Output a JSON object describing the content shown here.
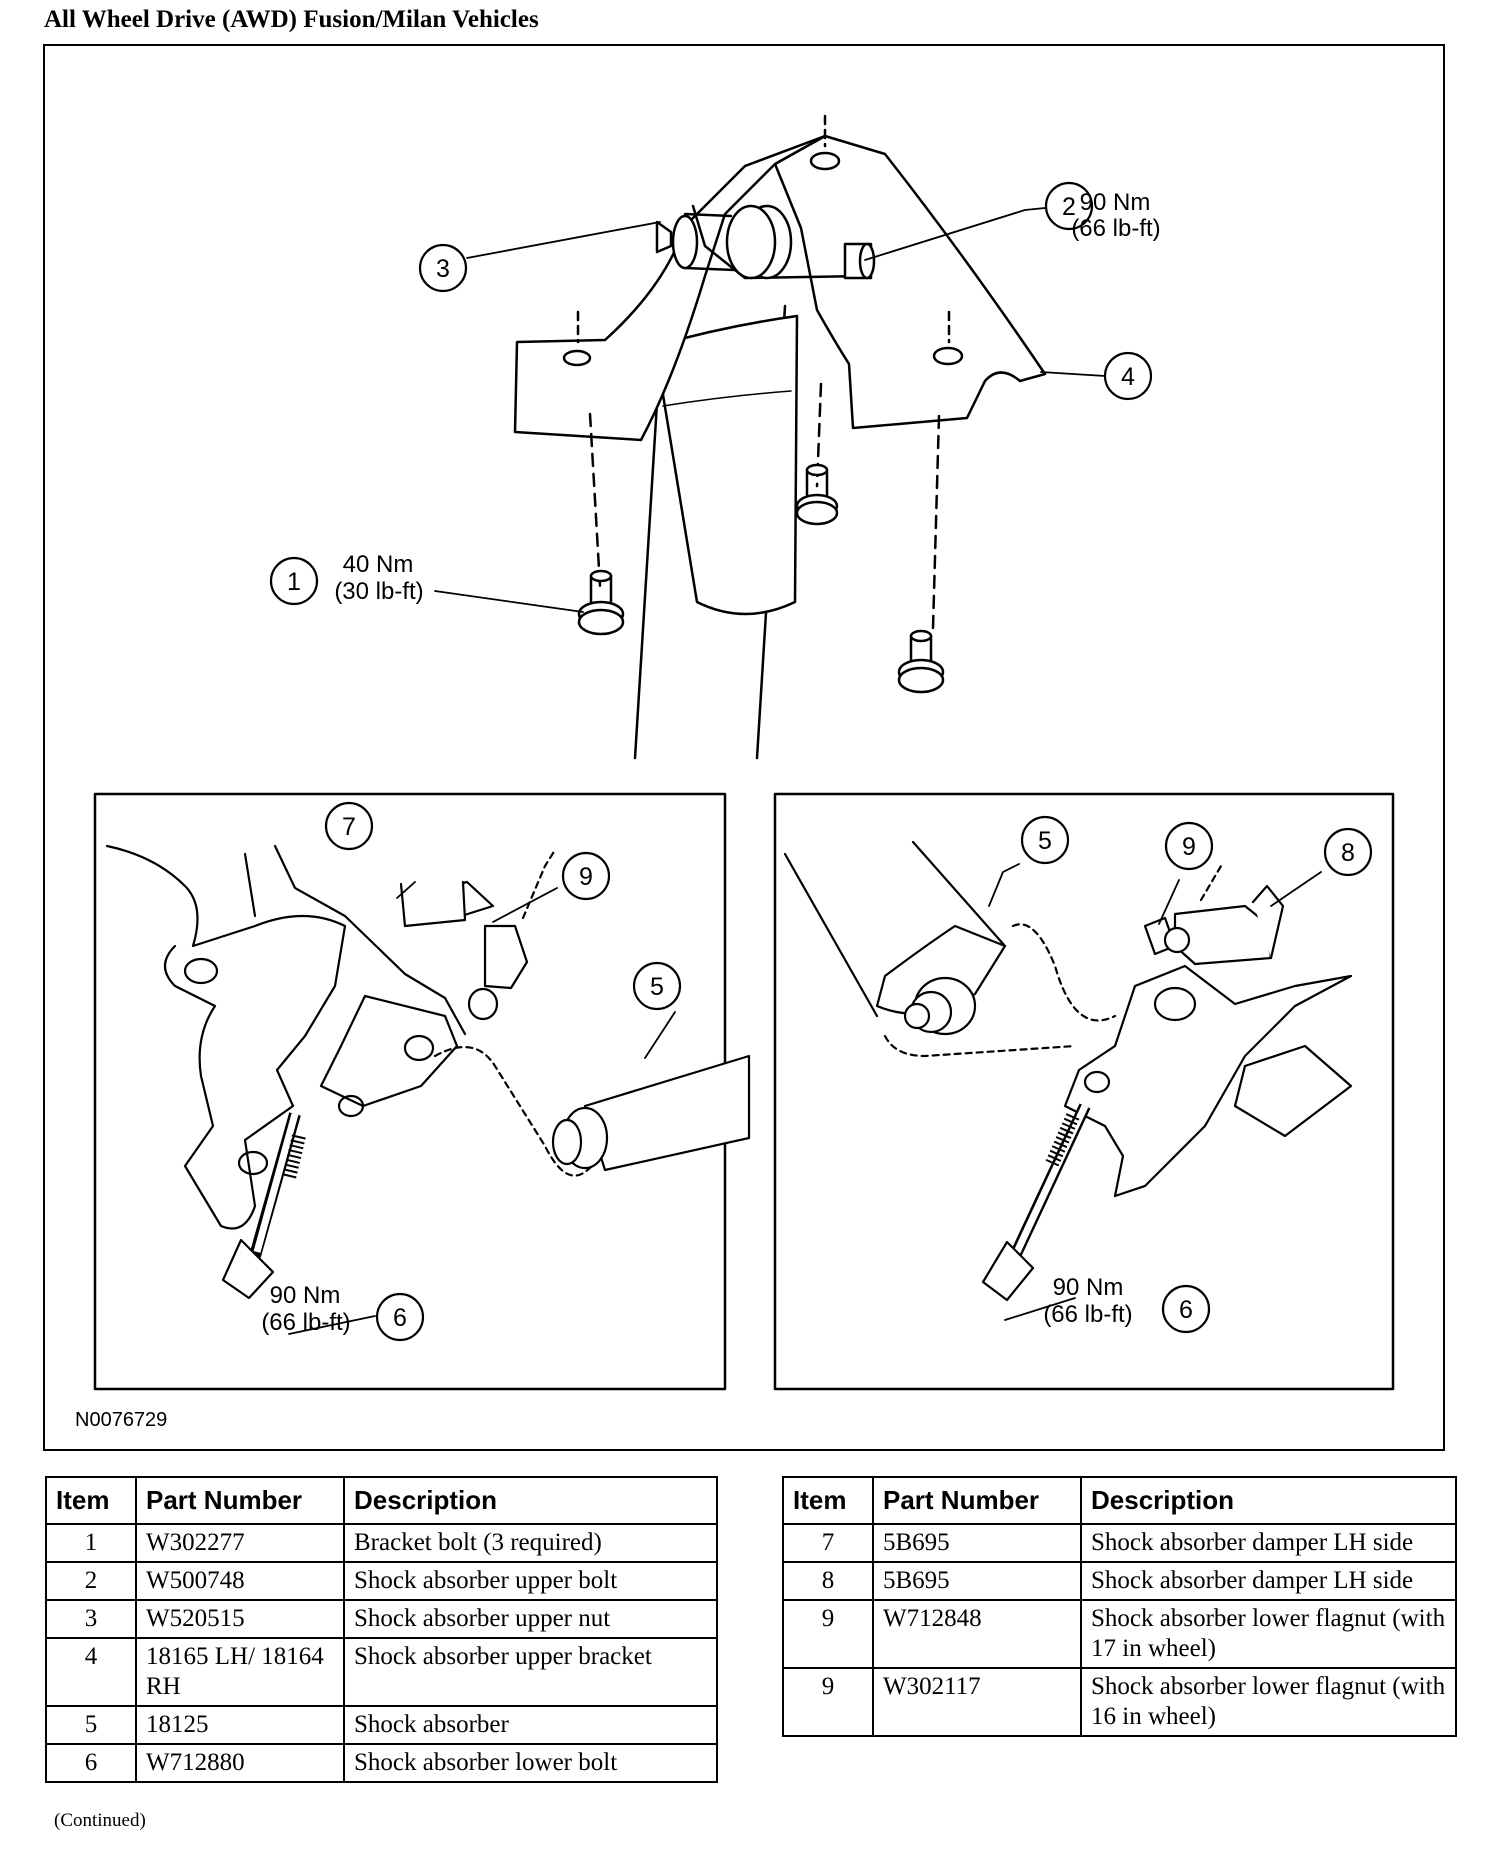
{
  "page": {
    "title": "All Wheel Drive (AWD) Fusion/Milan Vehicles",
    "continued": "(Continued)"
  },
  "figure": {
    "id": "N0076729",
    "callouts": {
      "c1": "1",
      "c2": "2",
      "c3": "3",
      "c4": "4",
      "c5a": "5",
      "c6a": "6",
      "c7": "7",
      "c9a": "9",
      "c5b": "5",
      "c6b": "6",
      "c8": "8",
      "c9b": "9"
    },
    "torques": {
      "t1_nm": "40 Nm",
      "t1_lbft": "(30 lb-ft)",
      "t2_nm": "90 Nm",
      "t2_lbft": "(66 lb-ft)",
      "t6a_nm": "90 Nm",
      "t6a_lbft": "(66 lb-ft)",
      "t6b_nm": "90 Nm",
      "t6b_lbft": "(66 lb-ft)"
    }
  },
  "tables": {
    "headers": {
      "item": "Item",
      "part_number": "Part Number",
      "description": "Description"
    },
    "left": [
      {
        "item": "1",
        "part": "W302277",
        "desc": "Bracket bolt (3 required)"
      },
      {
        "item": "2",
        "part": "W500748",
        "desc": "Shock absorber upper bolt"
      },
      {
        "item": "3",
        "part": "W520515",
        "desc": "Shock absorber upper nut"
      },
      {
        "item": "4",
        "part": "18165 LH/ 18164 RH",
        "desc": "Shock absorber upper bracket"
      },
      {
        "item": "5",
        "part": "18125",
        "desc": "Shock absorber"
      },
      {
        "item": "6",
        "part": "W712880",
        "desc": "Shock absorber lower bolt"
      }
    ],
    "right": [
      {
        "item": "7",
        "part": "5B695",
        "desc": "Shock absorber damper LH side"
      },
      {
        "item": "8",
        "part": "5B695",
        "desc": "Shock absorber damper LH side"
      },
      {
        "item": "9",
        "part": "W712848",
        "desc": "Shock absorber lower flagnut (with 17 in wheel)"
      },
      {
        "item": "9",
        "part": "W302117",
        "desc": "Shock absorber lower flagnut (with 16 in wheel)"
      }
    ]
  }
}
